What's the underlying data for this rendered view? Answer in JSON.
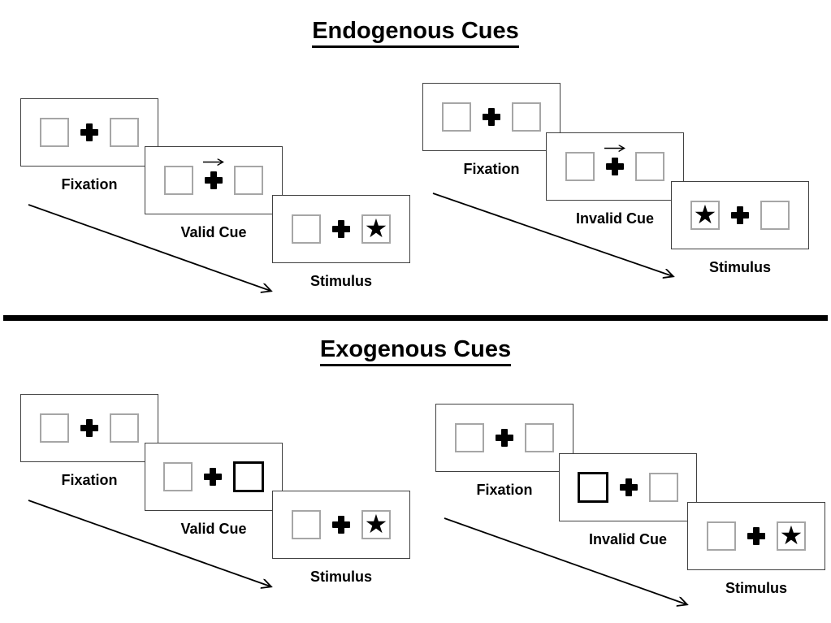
{
  "sections": [
    {
      "title": "Endogenous Cues",
      "sequences": [
        {
          "name": "valid",
          "panels": [
            {
              "label": "Fixation"
            },
            {
              "label": "Valid Cue"
            },
            {
              "label": "Stimulus"
            }
          ]
        },
        {
          "name": "invalid",
          "panels": [
            {
              "label": "Fixation"
            },
            {
              "label": "Invalid Cue"
            },
            {
              "label": "Stimulus"
            }
          ]
        }
      ]
    },
    {
      "title": "Exogenous Cues",
      "sequences": [
        {
          "name": "valid",
          "panels": [
            {
              "label": "Fixation"
            },
            {
              "label": "Valid Cue"
            },
            {
              "label": "Stimulus"
            }
          ]
        },
        {
          "name": "invalid",
          "panels": [
            {
              "label": "Fixation"
            },
            {
              "label": "Invalid Cue"
            },
            {
              "label": "Stimulus"
            }
          ]
        }
      ]
    }
  ],
  "icons": {
    "star": "★",
    "fixation_cross": "✚",
    "cue_arrow": "→"
  },
  "colors": {
    "ink": "#000000",
    "panel_border": "#404040",
    "box_border": "#a6a6a6",
    "background": "#ffffff"
  }
}
